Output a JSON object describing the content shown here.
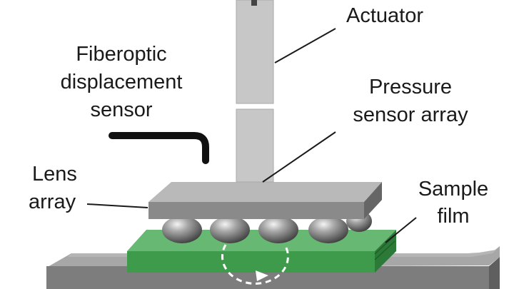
{
  "labels": {
    "actuator": "Actuator",
    "fiberoptic": [
      "Fiberoptic",
      "displacement",
      "sensor"
    ],
    "pressure": [
      "Pressure",
      "sensor array"
    ],
    "lens": [
      "Lens",
      "array"
    ],
    "sample": [
      "Sample",
      "film"
    ]
  },
  "colors": {
    "actuator": "#c7c7c7",
    "plate": "#8a8a8a",
    "lens": "#6f6f6f",
    "film": "#3f9b4c",
    "base": "#7d7d7d",
    "sensor": "#111111",
    "leader": "#1a1a1a"
  }
}
